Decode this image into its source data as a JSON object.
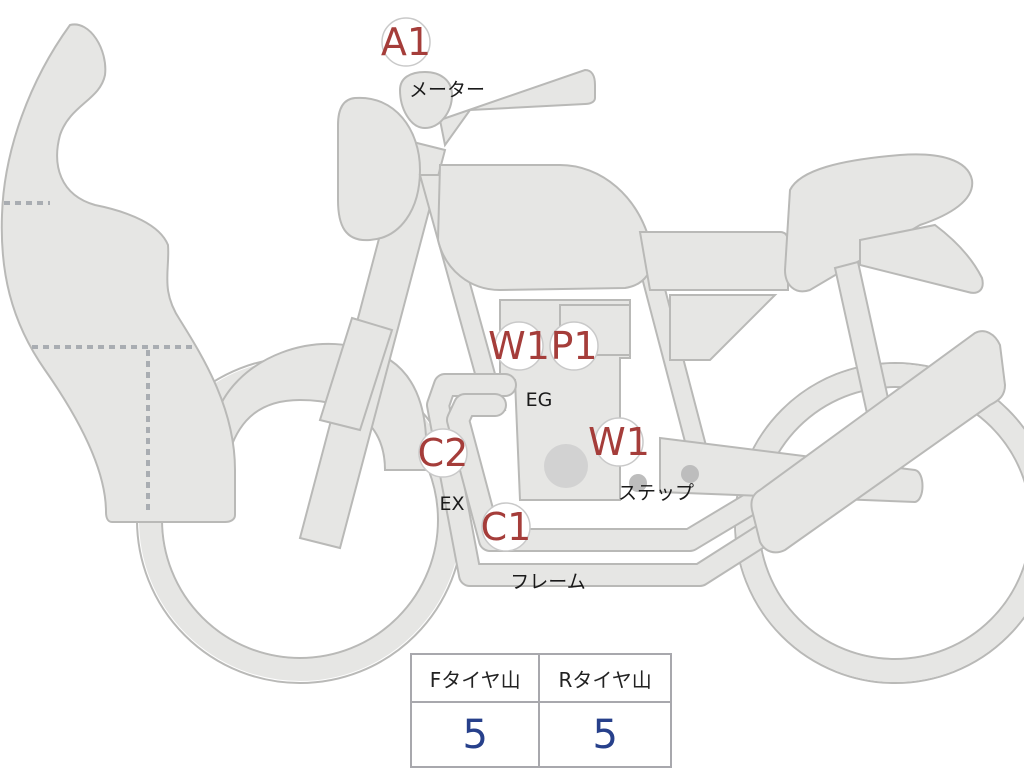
{
  "grades": [
    {
      "id": "a1",
      "code": "A1",
      "part": "メーター"
    },
    {
      "id": "w1-eg",
      "code": "W1",
      "part": ""
    },
    {
      "id": "p1-eg",
      "code": "P1",
      "part": "EG"
    },
    {
      "id": "c2",
      "code": "C2",
      "part": "EX"
    },
    {
      "id": "w1-step",
      "code": "W1",
      "part": "ステップ"
    },
    {
      "id": "c1",
      "code": "C1",
      "part": "フレーム"
    }
  ],
  "tire_table": {
    "headers": [
      "Fタイヤ山",
      "Rタイヤ山"
    ],
    "values": [
      "5",
      "5"
    ]
  },
  "colors": {
    "grade_text": "#a53d3a",
    "tire_value": "#27408b",
    "bike_fill": "#e6e6e4"
  }
}
